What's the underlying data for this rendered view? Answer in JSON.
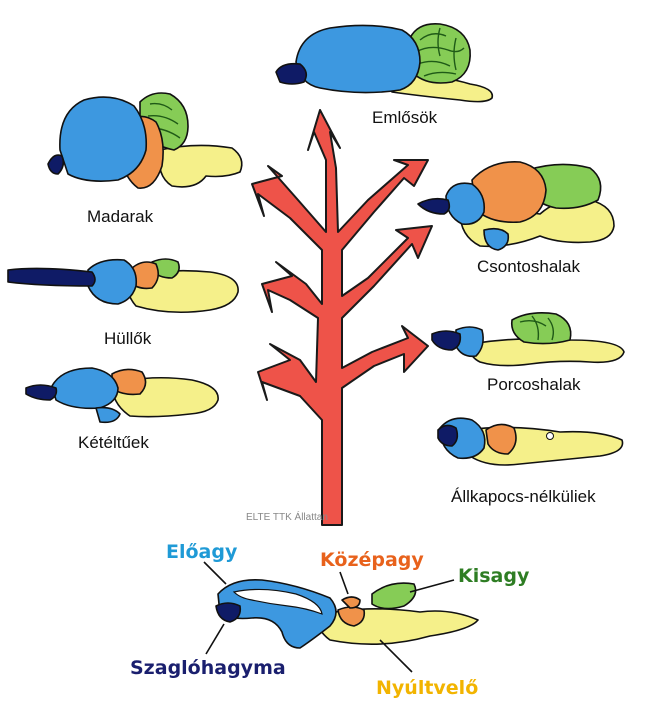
{
  "colors": {
    "forebrain": "#3d98e0",
    "olfactory": "#0f1b66",
    "midbrain": "#f0924a",
    "cerebellum": "#86cc56",
    "hindbrain": "#f5f08a",
    "arrow": "#ee5349",
    "label_forebrain": "#1f9ad6",
    "label_midbrain": "#e8621c",
    "label_cerebellum": "#2e7d23",
    "label_olfactory": "#1a1f6e",
    "label_hindbrain": "#f2b400"
  },
  "animals": {
    "mammals": "Emlősök",
    "birds": "Madarak",
    "bony_fish": "Csontoshalak",
    "reptiles": "Hüllők",
    "cartilaginous_fish": "Porcoshalak",
    "amphibians": "Kétéltűek",
    "jawless": "Állkapocs-nélküliek"
  },
  "credit": "ELTE TTK Állattan",
  "legend": {
    "forebrain": "Előagy",
    "midbrain": "Középagy",
    "cerebellum": "Kisagy",
    "olfactory": "Szaglóhagyma",
    "hindbrain": "Nyúltvelő"
  }
}
